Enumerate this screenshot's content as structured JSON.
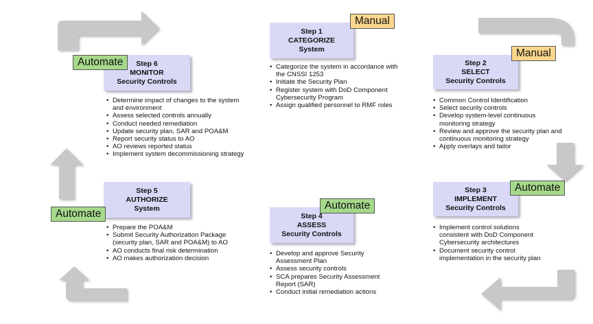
{
  "colors": {
    "step_box": "#d9d8f6",
    "arrow": "#c8c8c8",
    "manual_tag": "#fbd68d",
    "automate_tag": "#a6d98b"
  },
  "steps": [
    {
      "step": "Step 1",
      "line1": "CATEGORIZE",
      "line2": "System",
      "tag": "Manual",
      "bullets": [
        "Categorize the system in accordance with the CNSSI 1253",
        "Initiate the Security Plan",
        "Register system with DoD Component Cybersecurity Program",
        "Assign qualified personnel to RMF roles"
      ]
    },
    {
      "step": "Step 2",
      "line1": "SELECT",
      "line2": "Security Controls",
      "tag": "Manual",
      "bullets": [
        "Common Control Identification",
        "Select security controls",
        "Develop system-level continuous monitoring strategy",
        "Review and approve the security plan and continuous monitoring strategy",
        "Apply overlays and tailor"
      ]
    },
    {
      "step": "Step 3",
      "line1": "IMPLEMENT",
      "line2": "Security Controls",
      "tag": "Automate",
      "bullets": [
        "Implement control solutions consistent with DoD Component Cybersecurity architectures",
        "Document security control implementation in the security plan"
      ]
    },
    {
      "step": "Step 4",
      "line1": "ASSESS",
      "line2": "Security Controls",
      "tag": "Automate",
      "bullets": [
        "Develop and approve Security Assessment Plan",
        "Assess security controls",
        "SCA prepares Security Assessment Report (SAR)",
        "Conduct initial remediation actions"
      ]
    },
    {
      "step": "Step 5",
      "line1": "AUTHORIZE",
      "line2": "System",
      "tag": "Automate",
      "bullets": [
        "Prepare the POA&M",
        "Submit Security Authorization Package (security plan, SAR and POA&M) to AO",
        "AO conducts final risk determination",
        "AO makes authorization decision"
      ]
    },
    {
      "step": "Step 6",
      "line1": "MONITOR",
      "line2": "Security Controls",
      "tag": "Automate",
      "bullets": [
        "Determine impact of changes to the system and environment",
        "Assess selected controls annually",
        "Conduct needed remediation",
        "Update security plan, SAR and POA&M",
        "Report security status to AO",
        "AO reviews reported status",
        "Implement system decommissioning strategy"
      ]
    }
  ]
}
